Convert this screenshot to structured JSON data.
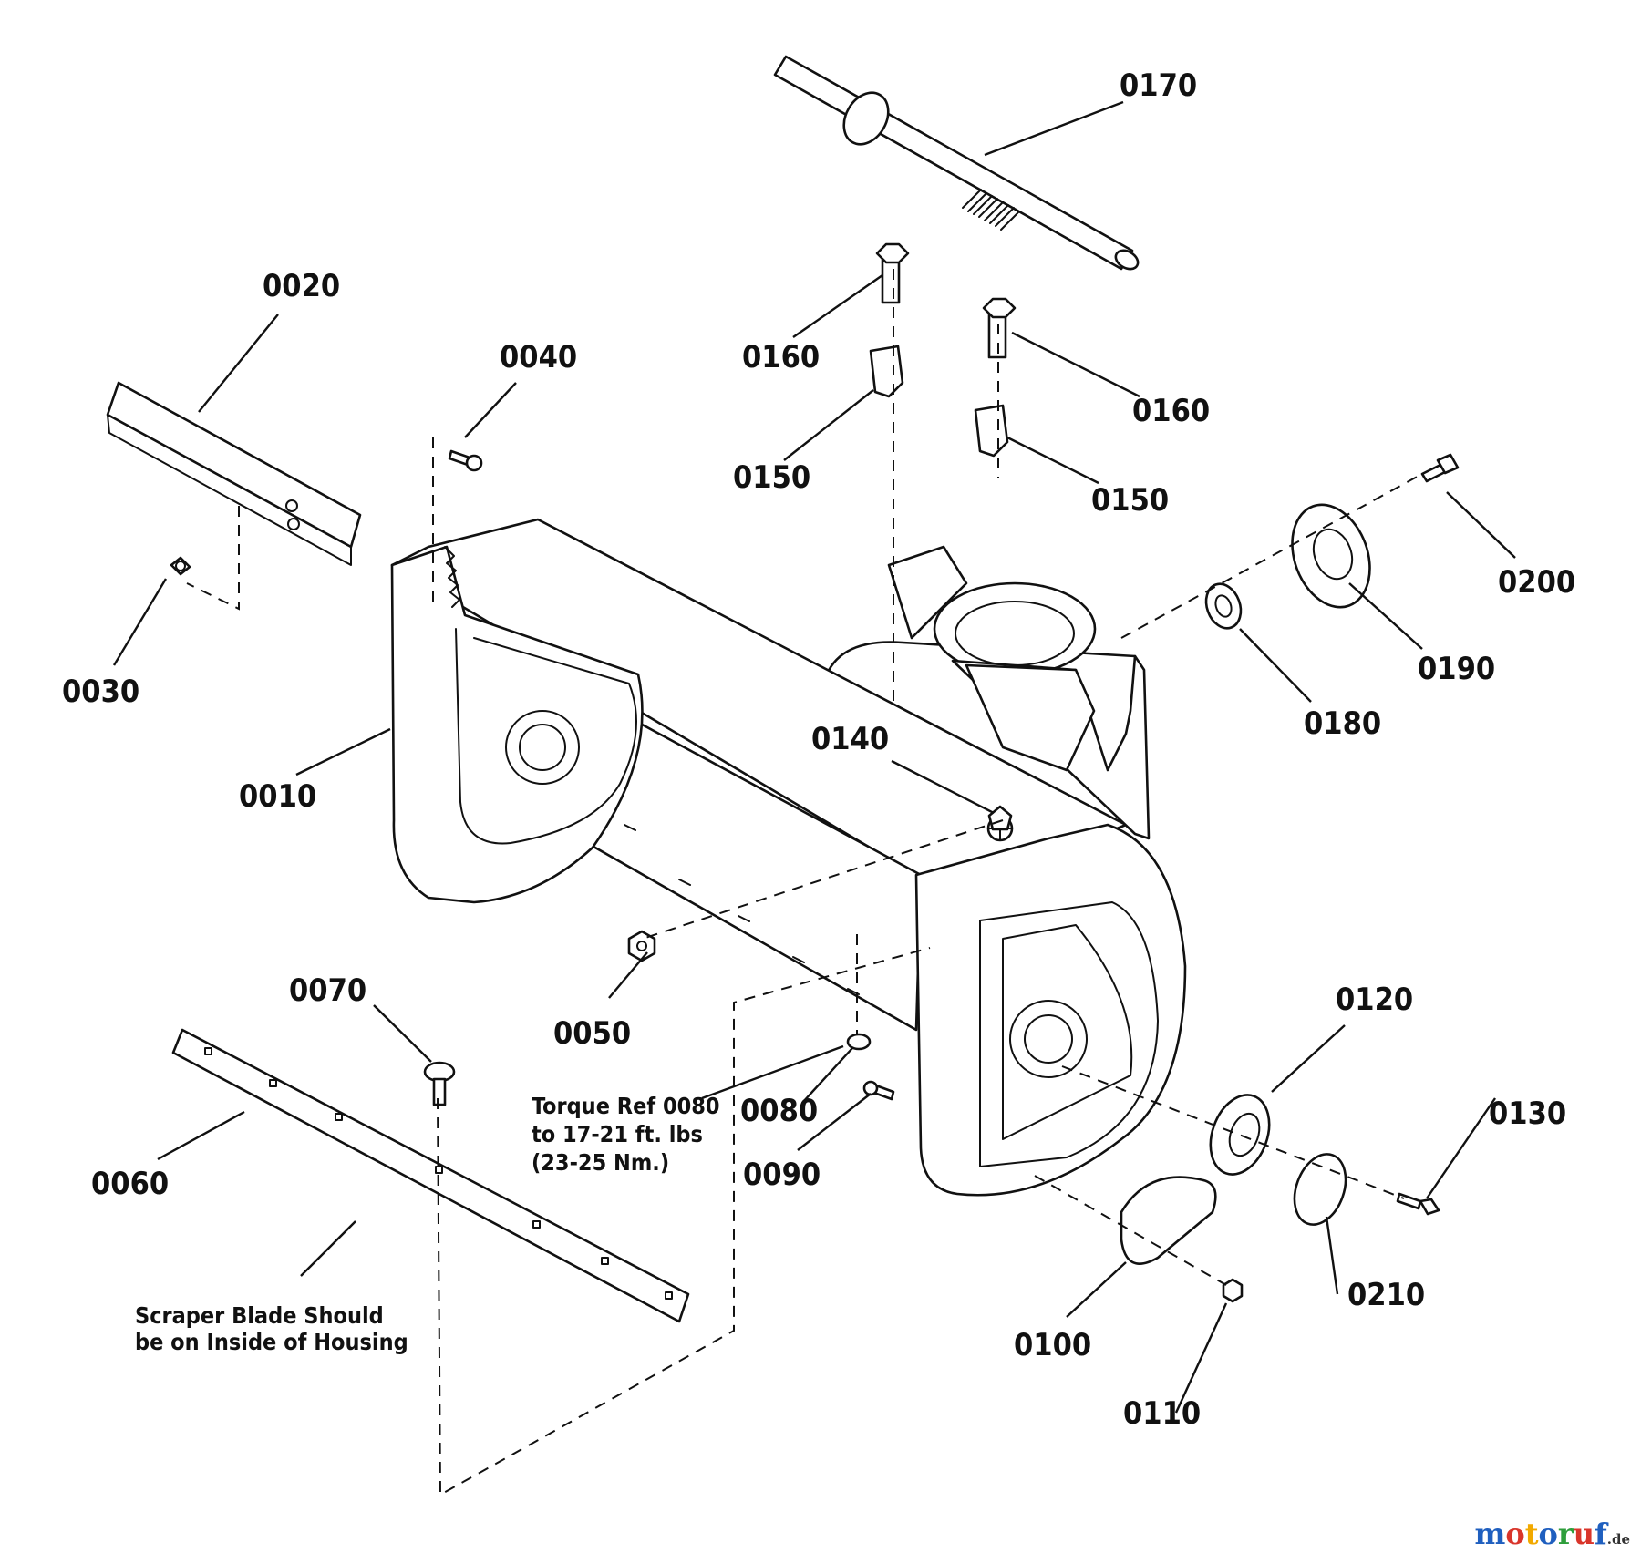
{
  "parts": [
    {
      "id": "0010",
      "label": "0010"
    },
    {
      "id": "0020",
      "label": "0020"
    },
    {
      "id": "0030",
      "label": "0030"
    },
    {
      "id": "0040",
      "label": "0040"
    },
    {
      "id": "0050",
      "label": "0050"
    },
    {
      "id": "0060",
      "label": "0060"
    },
    {
      "id": "0070",
      "label": "0070"
    },
    {
      "id": "0080",
      "label": "0080"
    },
    {
      "id": "0090",
      "label": "0090"
    },
    {
      "id": "0100",
      "label": "0100"
    },
    {
      "id": "0110",
      "label": "0110"
    },
    {
      "id": "0120",
      "label": "0120"
    },
    {
      "id": "0130",
      "label": "0130"
    },
    {
      "id": "0140",
      "label": "0140"
    },
    {
      "id": "0150a",
      "label": "0150"
    },
    {
      "id": "0150b",
      "label": "0150"
    },
    {
      "id": "0160a",
      "label": "0160"
    },
    {
      "id": "0160b",
      "label": "0160"
    },
    {
      "id": "0170",
      "label": "0170"
    },
    {
      "id": "0180",
      "label": "0180"
    },
    {
      "id": "0190",
      "label": "0190"
    },
    {
      "id": "0200",
      "label": "0200"
    },
    {
      "id": "0210",
      "label": "0210"
    }
  ],
  "notes": {
    "torque": [
      "Torque Ref 0080",
      "to 17-21 ft. lbs",
      "(23-25 Nm.)"
    ],
    "scraper": [
      "Scraper Blade Should",
      "be on Inside of Housing"
    ]
  },
  "watermark": {
    "text_main": "motoruf",
    "text_suffix": ".de",
    "colors": [
      "#1f5fbf",
      "#d9352b",
      "#f2a900",
      "#1f5fbf",
      "#2e9e3b",
      "#d9352b",
      "#1f5fbf"
    ]
  }
}
